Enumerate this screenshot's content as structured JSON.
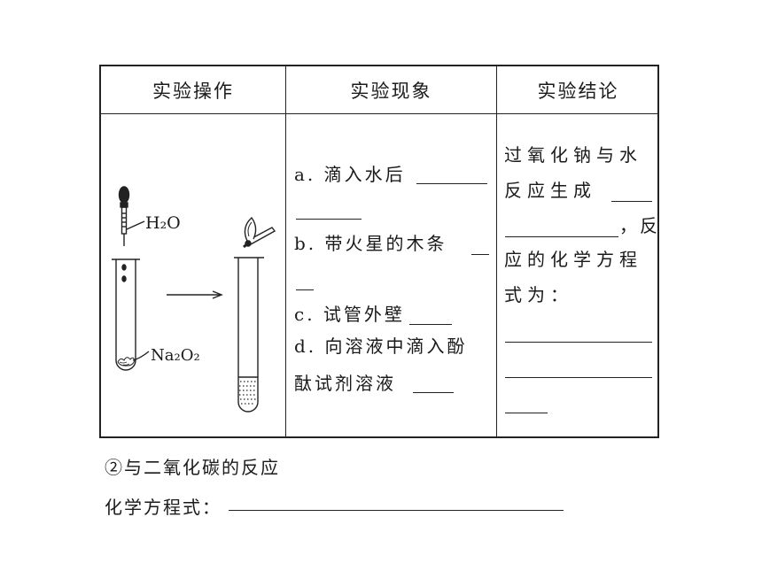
{
  "table": {
    "headers": [
      "实验操作",
      "实验现象",
      "实验结论"
    ],
    "operation": {
      "water_label": "H₂O",
      "solid_label": "Na₂O₂"
    },
    "phenomena": {
      "a": "a. 滴入水后",
      "b": "b. 带火星的木条",
      "c": "c. 试管外壁",
      "d1": "d. 向溶液中滴入酚",
      "d2": "酞试剂溶液"
    },
    "conclusion": {
      "line1": "过氧化钠与水",
      "line2": "反应生成",
      "line3": "，反",
      "line4": "应的化学方程",
      "line5": "式为："
    }
  },
  "section2": {
    "title": "②与二氧化碳的反应",
    "equation_label": "化学方程式："
  }
}
